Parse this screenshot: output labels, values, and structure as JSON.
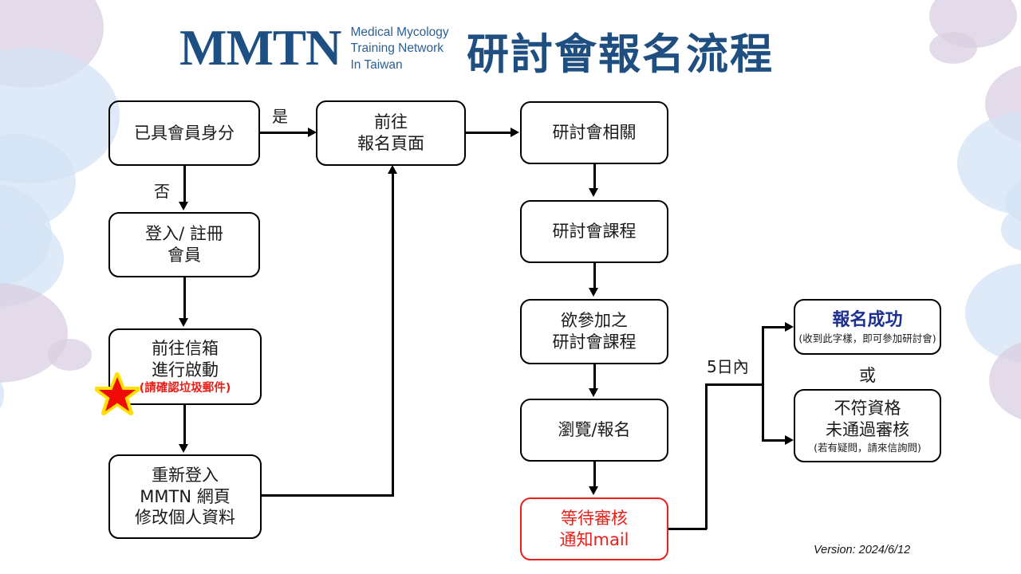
{
  "header": {
    "logo_mark": "MMTN",
    "logo_sub_line1": "Medical Mycology",
    "logo_sub_line2": "Training Network",
    "logo_sub_line3": "In Taiwan",
    "title": "研討會報名流程",
    "brand_color": "#1d4f82"
  },
  "flow": {
    "nodes": [
      {
        "id": "member-check",
        "lines": [
          "已具會員身分"
        ]
      },
      {
        "id": "login-register",
        "lines": [
          "登入/ 註冊",
          "會員"
        ]
      },
      {
        "id": "activate-mailbox",
        "lines": [
          "前往信箱",
          "進行啟動"
        ],
        "note": "(請確認垃圾郵件)",
        "note_color": "#e8201a"
      },
      {
        "id": "relogin-profile",
        "lines": [
          "重新登入",
          "MMTN 網頁",
          "修改個人資料"
        ]
      },
      {
        "id": "signup-page",
        "lines": [
          "前往",
          "報名頁面"
        ]
      },
      {
        "id": "seminar-related",
        "lines": [
          "研討會相關"
        ]
      },
      {
        "id": "seminar-courses",
        "lines": [
          "研討會課程"
        ]
      },
      {
        "id": "desired-courses",
        "lines": [
          "欲參加之",
          "研討會課程"
        ]
      },
      {
        "id": "browse-signup",
        "lines": [
          "瀏覽/報名"
        ]
      },
      {
        "id": "await-review",
        "lines": [
          "等待審核",
          "通知mail"
        ],
        "color": "#e8201a"
      },
      {
        "id": "signup-success",
        "headline": "報名成功",
        "note": "(收到此字樣，即可參加研討會)",
        "headline_color": "#1d2f8f"
      },
      {
        "id": "signup-rejected",
        "lines": [
          "不符資格",
          "未通過審核"
        ],
        "note": "(若有疑問，請來信詢問)"
      }
    ],
    "edge_labels": {
      "yes": "是",
      "no": "否",
      "within_5_days": "5日內"
    },
    "or_label": "或"
  },
  "footer": {
    "version": "Version: 2024/6/12"
  },
  "decor": {
    "blue": "#d3e3f4",
    "purple": "#d9cfe2"
  }
}
